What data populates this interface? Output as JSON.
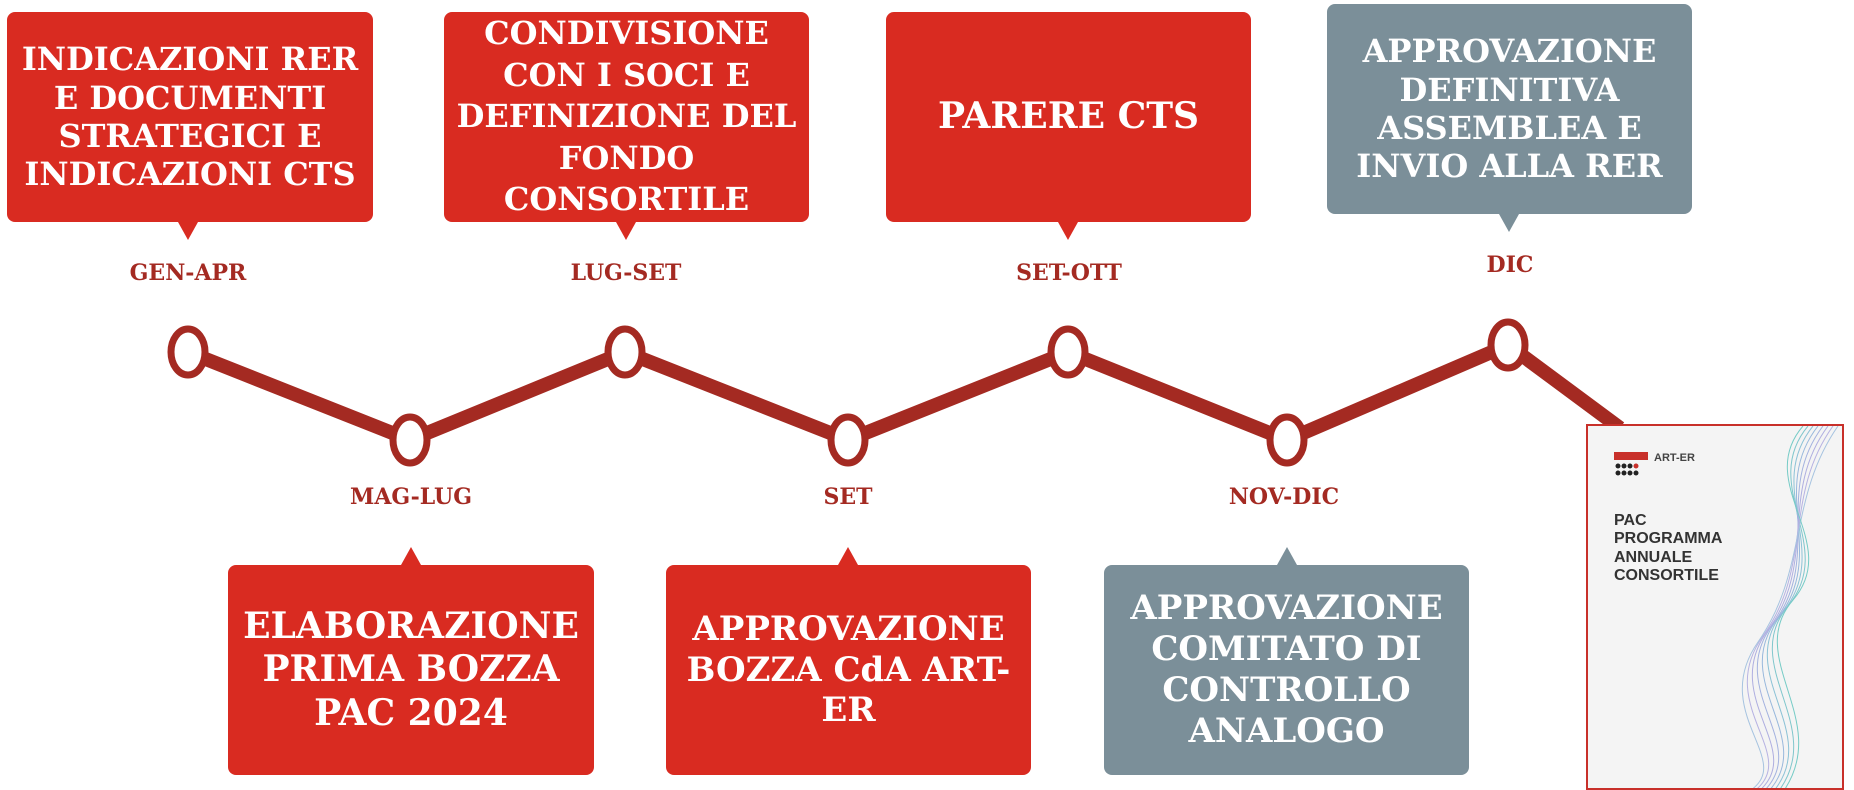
{
  "steps_top": [
    {
      "label": "INDICAZIONI RER E DOCUMENTI STRATEGICI E INDICAZIONI CTS",
      "date": "GEN-APR",
      "color": "red"
    },
    {
      "label": "CONDIVISIONE CON I SOCI E DEFINIZIONE DEL FONDO CONSORTILE",
      "date": "LUG-SET",
      "color": "red"
    },
    {
      "label": "PARERE CTS",
      "date": "SET-OTT",
      "color": "red"
    },
    {
      "label": "APPROVAZIONE DEFINITIVA ASSEMBLEA E INVIO ALLA RER",
      "date": "DIC",
      "color": "grey"
    }
  ],
  "steps_bottom": [
    {
      "label": "ELABORAZIONE PRIMA BOZZA PAC 2024",
      "date": "MAG-LUG",
      "color": "red"
    },
    {
      "label": "APPROVAZIONE BOZZA CdA ART-ER",
      "date": "SET",
      "color": "red"
    },
    {
      "label": "APPROVAZIONE COMITATO DI CONTROLLO ANALOGO",
      "date": "NOV-DIC",
      "color": "grey"
    }
  ],
  "cover": {
    "logo": "ART-ER",
    "title": "PAC PROGRAMMA ANNUALE CONSORTILE"
  },
  "colors": {
    "red": "#d92b21",
    "grey": "#7b8f99",
    "line": "#a42a22",
    "date": "#a42a22"
  }
}
